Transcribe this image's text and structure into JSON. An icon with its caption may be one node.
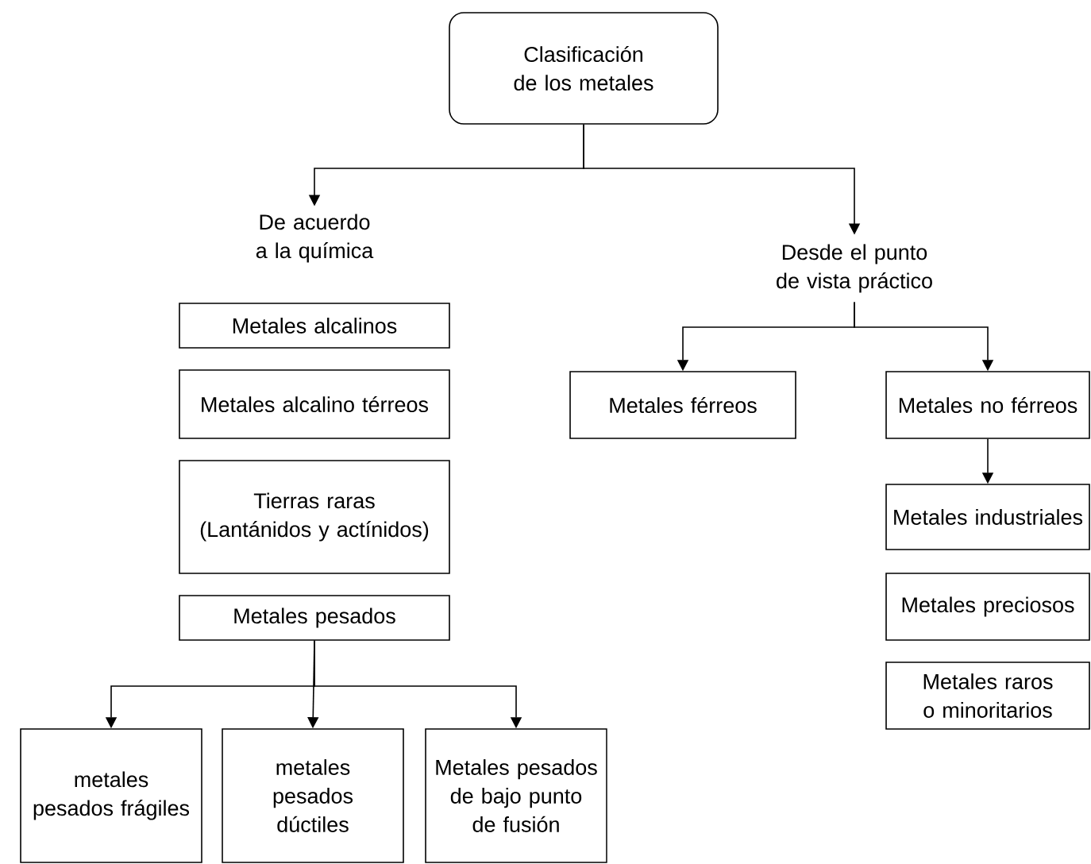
{
  "diagram": {
    "nodes": [
      {
        "text": [
          "Clasificación de los metales"
        ]
      },
      {
        "text": [
          "De acuerdo a la química"
        ]
      },
      {
        "text": [
          "Desde el punto de vista práctico"
        ]
      },
      {
        "text": [
          "Metales alcalinos"
        ]
      },
      {
        "text": [
          "Metales alcalino térreos"
        ]
      },
      {
        "text": [
          "Tierras raras (Lantánidos y actínidos)"
        ]
      },
      {
        "text": [
          "Metales pesados"
        ]
      },
      {
        "text": [
          "metales pesados frágiles"
        ]
      },
      {
        "text": [
          "metales pesados dúctiles"
        ]
      },
      {
        "text": [
          "Metales pesados de bajo punto de fusión"
        ]
      },
      {
        "text": [
          "Metales férreos"
        ]
      },
      {
        "text": [
          "Metales no férreos"
        ]
      },
      {
        "text": [
          "Metales industriales"
        ]
      },
      {
        "text": [
          "Metales preciosos"
        ]
      },
      {
        "text": [
          "Metales raros o minoritarios"
        ]
      }
    ],
    "edges": [
      {
        "from": 0,
        "to": 1,
        "arrow": "to"
      },
      {
        "from": 0,
        "to": 2,
        "arrow": "to"
      },
      {
        "from": 2,
        "to": 10,
        "arrow": "to"
      },
      {
        "from": 2,
        "to": 11,
        "arrow": "to"
      },
      {
        "from": 11,
        "to": 12,
        "arrow": "to"
      },
      {
        "from": 6,
        "to": 7,
        "arrow": "to"
      },
      {
        "from": 6,
        "to": 8,
        "arrow": "to"
      },
      {
        "from": 6,
        "to": 9,
        "arrow": "to"
      }
    ]
  }
}
